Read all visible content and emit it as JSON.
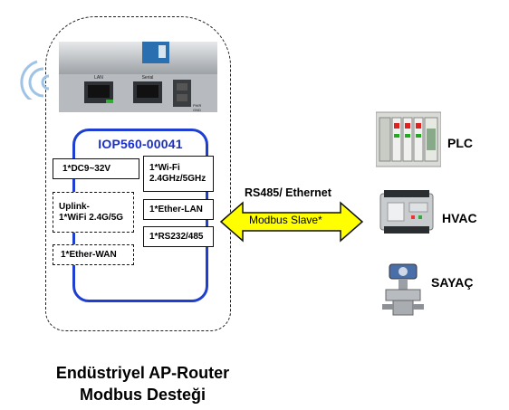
{
  "device": {
    "model": "IOP560-00041",
    "port_labels": [
      "LAN",
      "Serial"
    ],
    "led_labels": [
      "PWR",
      "GND"
    ]
  },
  "features": {
    "power": "1*DC9~32V",
    "wifi_line1": "1*Wi-Fi",
    "wifi_line2": "2.4GHz/5GHz",
    "uplink_line1": "Uplink-",
    "uplink_line2": "1*WiFi 2.4G/5G",
    "ether_lan": "1*Ether-LAN",
    "serial": "1*RS232/485",
    "ether_wan": "1*Ether-WAN"
  },
  "connection": {
    "protocol": "RS485/ Ethernet",
    "role": "Modbus Slave*",
    "arrow_color": "#ffff00"
  },
  "targets": [
    "PLC",
    "HVAC",
    "SAYAÇ"
  ],
  "footer": {
    "line1": "Endüstriyel AP-Router",
    "line2": "Modbus Desteği"
  },
  "colors": {
    "accent_blue": "#1e3fd0",
    "arrow_fill": "#ffff00"
  }
}
